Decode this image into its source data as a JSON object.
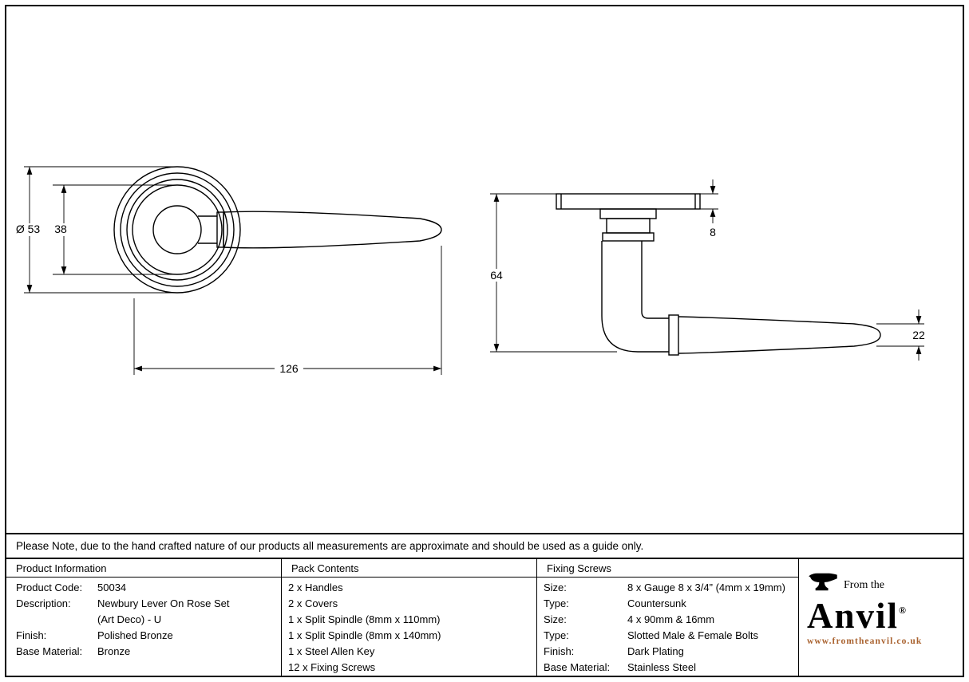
{
  "drawings": {
    "front": {
      "diameter": "Ø 53",
      "inner": "38",
      "length": "126"
    },
    "side": {
      "plate_thickness": "8",
      "height": "64",
      "grip_diameter": "22"
    }
  },
  "note": {
    "text": "Please Note, due to the hand crafted nature of our products all measurements are approximate and should be used as a guide only."
  },
  "table": {
    "product_information": {
      "header": "Product Information",
      "rows": [
        {
          "label": "Product Code:",
          "value": "50034"
        },
        {
          "label": "Description:",
          "value": "Newbury Lever On Rose Set"
        },
        {
          "label": "",
          "value": "(Art Deco) - U"
        },
        {
          "label": "Finish:",
          "value": "Polished Bronze"
        },
        {
          "label": "Base Material:",
          "value": "Bronze"
        }
      ]
    },
    "pack_contents": {
      "header": "Pack Contents",
      "items": [
        "2 x Handles",
        "2 x Covers",
        "1 x Split Spindle (8mm x 110mm)",
        "1 x Split Spindle (8mm x 140mm)",
        "1 x Steel Allen Key",
        "12 x Fixing Screws"
      ]
    },
    "fixing_screws": {
      "header": "Fixing Screws",
      "rows": [
        {
          "label": "Size:",
          "value": "8 x Gauge 8 x 3/4” (4mm x 19mm)"
        },
        {
          "label": "Type:",
          "value": "Countersunk"
        },
        {
          "label": "Size:",
          "value": "4 x 90mm & 16mm"
        },
        {
          "label": "Type:",
          "value": "Slotted Male & Female Bolts"
        },
        {
          "label": "Finish:",
          "value": "Dark Plating"
        },
        {
          "label": "Base Material:",
          "value": "Stainless Steel"
        }
      ]
    }
  },
  "logo": {
    "tagline": "From the",
    "name": "Anvil",
    "registered": "®",
    "website": "www.fromtheanvil.co.uk",
    "website_color": "#a9622f"
  }
}
